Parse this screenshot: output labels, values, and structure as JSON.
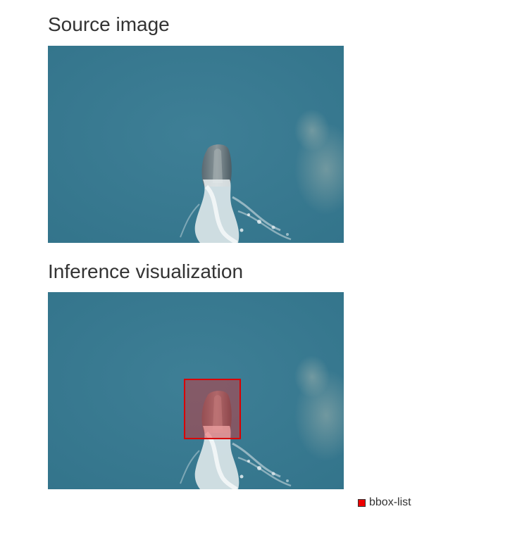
{
  "sections": {
    "source": {
      "title": "Source image"
    },
    "inference": {
      "title": "Inference visualization"
    }
  },
  "legend": {
    "items": [
      {
        "label": "bbox-list",
        "color": "#ee0000"
      }
    ]
  },
  "colors": {
    "ocean": "#3f7f95",
    "bbox_border": "#d90000",
    "bbox_fill": "#e62828",
    "text": "#333333"
  },
  "icons": {
    "legend_swatch": "square-swatch-icon"
  }
}
